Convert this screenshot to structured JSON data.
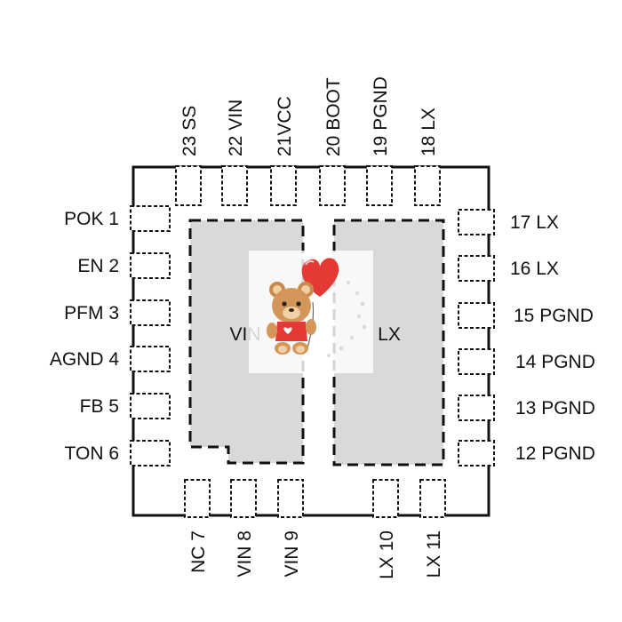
{
  "colors": {
    "line": "#111111",
    "pad_fill": "#d9d9d9",
    "background": "#ffffff"
  },
  "package": {
    "top_pins": [
      "23 SS",
      "22 VIN",
      "21VCC",
      "20 BOOT",
      "19 PGND",
      "18 LX"
    ],
    "left_pins": [
      "POK 1",
      "EN 2",
      "PFM 3",
      "AGND 4",
      "FB 5",
      "TON 6"
    ],
    "right_pins": [
      "17 LX",
      "16 LX",
      "15 PGND",
      "14 PGND",
      "13 PGND",
      "12 PGND"
    ],
    "bottom_pins": [
      "NC 7",
      "VIN 8",
      "VIN 9",
      "LX 10",
      "LX 11"
    ],
    "exposed_pads": [
      {
        "label": "VIN"
      },
      {
        "label": "LX"
      }
    ]
  },
  "watermark": {
    "icon": "teddy-bear-heart-balloon-icon"
  }
}
